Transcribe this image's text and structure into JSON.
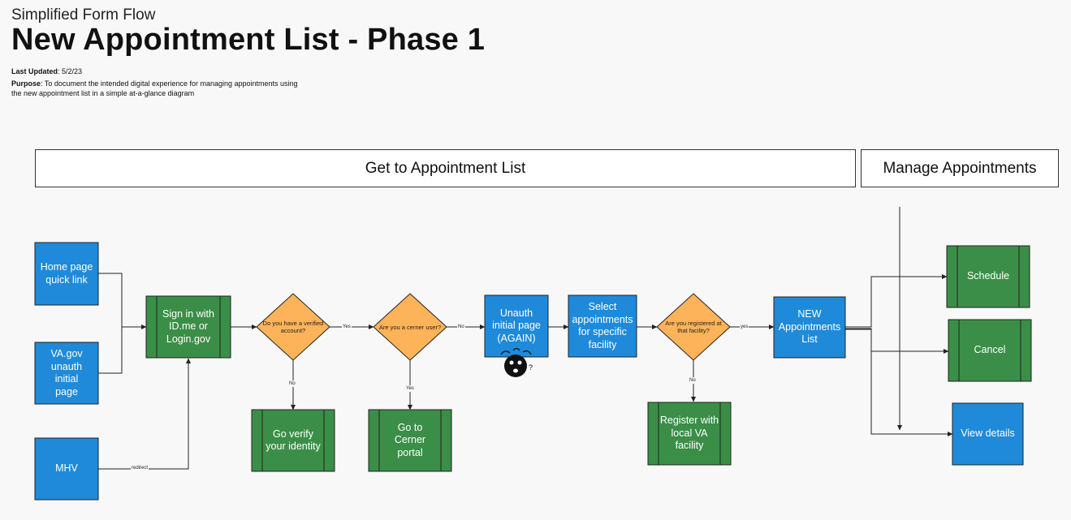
{
  "header": {
    "subtitle": "Simplified Form Flow",
    "title": "New Appointment List - Phase 1",
    "last_updated_label": "Last Updated",
    "last_updated_value": ": 5/2/23",
    "purpose_label": "Purpose",
    "purpose_value": ": To document the intended digital experience for managing appointments using the new appointment list in a simple at-a-glance diagram"
  },
  "lanes": {
    "get_to_list": "Get to Appointment List",
    "manage": "Manage Appointments"
  },
  "nodes": {
    "home_page": "Home page\nquick link",
    "vagov": "VA.gov\nunauth initial\npage",
    "mhv": "MHV",
    "sign_in": "Sign in with\nID.me or\nLogin.gov",
    "go_verify": "Go verify\nyour identity",
    "go_cerner": "Go to\nCerner\nportal",
    "unauth_again": "Unauth\ninitial page\n(AGAIN)",
    "select_appts": "Select\nappointments\nfor specific\nfacility",
    "register": "Register with\nlocal VA\nfacility",
    "new_list": "NEW\nAppointments\nList",
    "schedule": "Schedule",
    "cancel": "Cancel",
    "view_details": "View details"
  },
  "decisions": {
    "verified": "Do you have a verified\naccount?",
    "cerner": "Are you a cerner user?",
    "registered": "Are you registered at\nthat facility?"
  },
  "edge_labels": {
    "redirect": "redirect",
    "yes1": "Yes",
    "no1": "No",
    "no2": "No",
    "yes2": "Yes",
    "yes3": "yes",
    "no3": "No"
  },
  "colors": {
    "blue": "#1f8ad9",
    "green": "#3b8e47",
    "orange": "#fdb35a",
    "line": "#222222"
  },
  "icons": {
    "stressed_face": "stressed-face-icon"
  }
}
